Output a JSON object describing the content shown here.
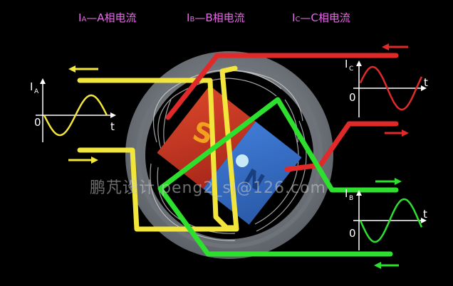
{
  "headers": {
    "a": {
      "I": "I",
      "sub": "A",
      "text": "—A相电流"
    },
    "b": {
      "I": "I",
      "sub": "B",
      "text": "—B相电流"
    },
    "c": {
      "I": "I",
      "sub": "C",
      "text": "—C相电流"
    }
  },
  "graphs": {
    "a": {
      "I": "I",
      "sub": "A",
      "zero": "0",
      "t": "t",
      "color": "#f2e53b"
    },
    "b": {
      "I": "I",
      "sub": "B",
      "zero": "0",
      "t": "t",
      "color": "#2ee02e"
    },
    "c": {
      "I": "I",
      "sub": "C",
      "zero": "0",
      "t": "t",
      "color": "#e02a2a"
    }
  },
  "magnet": {
    "south": "S",
    "north": "N"
  },
  "watermark": "鹏芃设计 peng2_sj@126.com",
  "colors": {
    "phase_a": "#f2e53b",
    "phase_b": "#2ee02e",
    "phase_c": "#e02a2a",
    "header_text": "#e66be6",
    "stator": "#8a9097"
  }
}
